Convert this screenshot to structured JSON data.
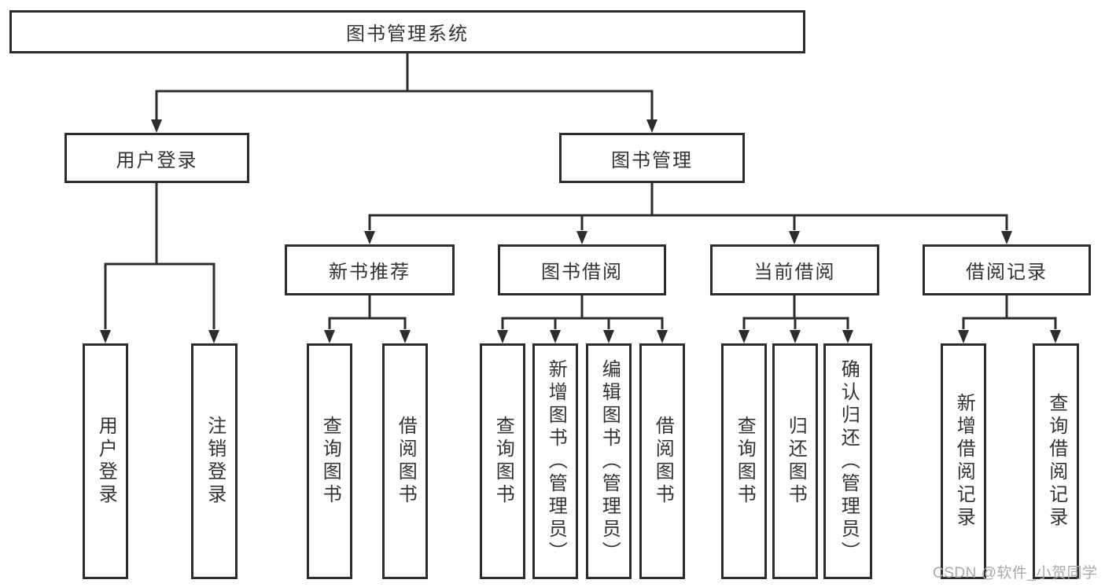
{
  "tree": {
    "root": "图书管理系统",
    "login": {
      "label": "用户登录",
      "children": [
        "用户登录",
        "注销登录"
      ]
    },
    "mgmt": {
      "label": "图书管理",
      "groups": [
        {
          "label": "新书推荐",
          "children": [
            "查询图书",
            "借阅图书"
          ]
        },
        {
          "label": "图书借阅",
          "children": [
            "查询图书",
            "新增图书（管理员）",
            "编辑图书（管理员）",
            "借阅图书"
          ]
        },
        {
          "label": "当前借阅",
          "children": [
            "查询图书",
            "归还图书",
            "确认归还（管理员）"
          ]
        },
        {
          "label": "借阅记录",
          "children": [
            "新增借阅记录",
            "查询借阅记录"
          ]
        }
      ]
    }
  },
  "watermark": "CSDN @软件_小贺同学",
  "colors": {
    "line": "#2d2d2d",
    "text": "#333333",
    "watermark": "#a9a9a9",
    "background": "#ffffff"
  }
}
